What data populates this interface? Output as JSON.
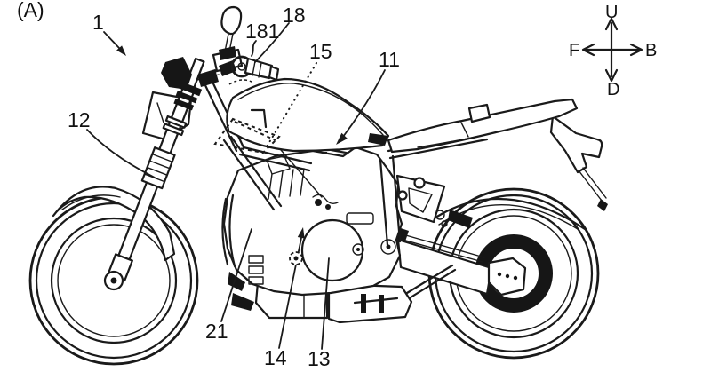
{
  "figure": {
    "panel_label": "(A)",
    "description": "Patent-style black-and-white side elevation line drawing of a naked motorcycle with numbered reference leaders",
    "colors": {
      "line": "#1a1a1a",
      "background": "#ffffff"
    }
  },
  "annotations": {
    "panel": "(A)",
    "ref_1": "1",
    "ref_11": "11",
    "ref_12": "12",
    "ref_13": "13",
    "ref_14": "14",
    "ref_15": "15",
    "ref_18": "18",
    "ref_181": "181",
    "ref_21": "21"
  },
  "compass": {
    "up": "U",
    "down": "D",
    "front": "F",
    "back": "B"
  }
}
